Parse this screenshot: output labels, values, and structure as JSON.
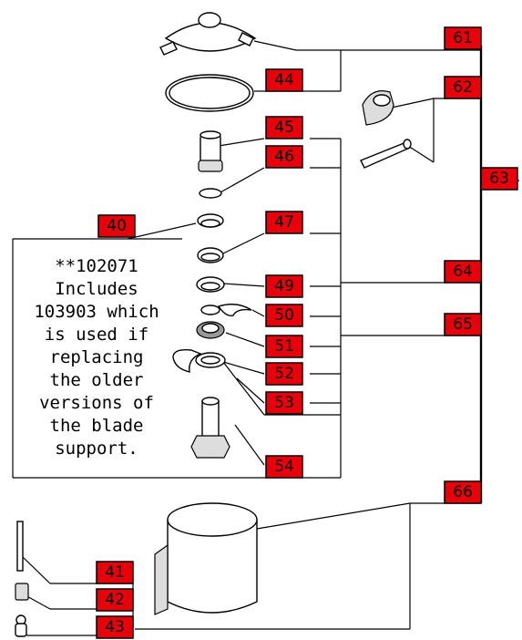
{
  "labels": {
    "l40": "40",
    "l41": "41",
    "l42": "42",
    "l43": "43",
    "l44": "44",
    "l45": "45",
    "l46": "46",
    "l47": "47",
    "l49": "49",
    "l50": "50",
    "l51": "51",
    "l52": "52",
    "l53": "53",
    "l54": "54",
    "l61": "61",
    "l62": "62",
    "l63": "63",
    "l64": "64",
    "l65": "65",
    "l66": "66"
  },
  "note": {
    "lines": [
      "**102071",
      "Includes",
      "103903 which",
      "is used if",
      "replacing",
      "the older",
      "versions of",
      "the blade",
      "support."
    ]
  },
  "colors": {
    "label_fill": "#e8000b",
    "line": "#000000",
    "background": "#ffffff"
  }
}
